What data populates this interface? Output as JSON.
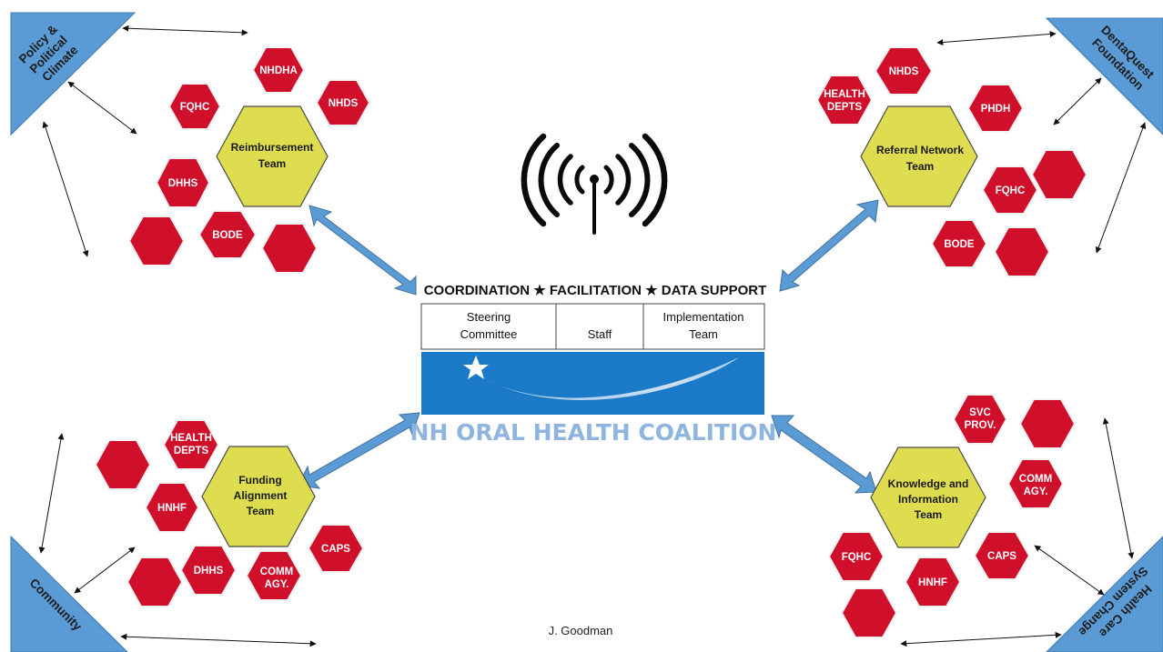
{
  "colors": {
    "partner_hex": "#d0102b",
    "team_hex": "#dedd4f",
    "corner_tab": "#5b9bd5",
    "logo_band": "#1a7ac8",
    "logo_text": "#8fb4e0"
  },
  "icons": {
    "center": "radio-antenna-icon",
    "logo_star": "shooting-star-icon"
  },
  "corners": {
    "top_left": [
      "Policy &",
      "Political",
      "Climate"
    ],
    "top_right": [
      "DentaQuest",
      "Foundation"
    ],
    "bottom_left": [
      "Community"
    ],
    "bottom_right": [
      "Health Care",
      "System Change"
    ]
  },
  "teams": {
    "reimbursement": [
      "Reimbursement",
      "Team"
    ],
    "referral": [
      "Referral Network",
      "Team"
    ],
    "funding": [
      "Funding",
      "Alignment",
      "Team"
    ],
    "knowledge": [
      "Knowledge and",
      "Information",
      "Team"
    ]
  },
  "partners": {
    "reimbursement": [
      "NHDHA",
      "FQHC",
      "NHDS",
      "DHHS",
      "BODE",
      "",
      ""
    ],
    "referral": [
      "NHDS",
      "HEALTH DEPTS",
      "PHDH",
      "FQHC",
      "BODE",
      "",
      ""
    ],
    "funding": [
      "HEALTH DEPTS",
      "HNHF",
      "CAPS",
      "DHHS",
      "COMM AGY.",
      "",
      ""
    ],
    "knowledge": [
      "SVC PROV.",
      "COMM AGY.",
      "CAPS",
      "FQHC",
      "HNHF",
      "",
      ""
    ]
  },
  "center": {
    "tagline": "COORDINATION ★ FACILITATION ★ DATA SUPPORT",
    "boxes": [
      [
        "Steering",
        "Committee"
      ],
      [
        "Staff"
      ],
      [
        "Implementation",
        "Team"
      ]
    ],
    "coalition_name": "NH ORAL HEALTH COALITION"
  },
  "credit": "J. Goodman"
}
